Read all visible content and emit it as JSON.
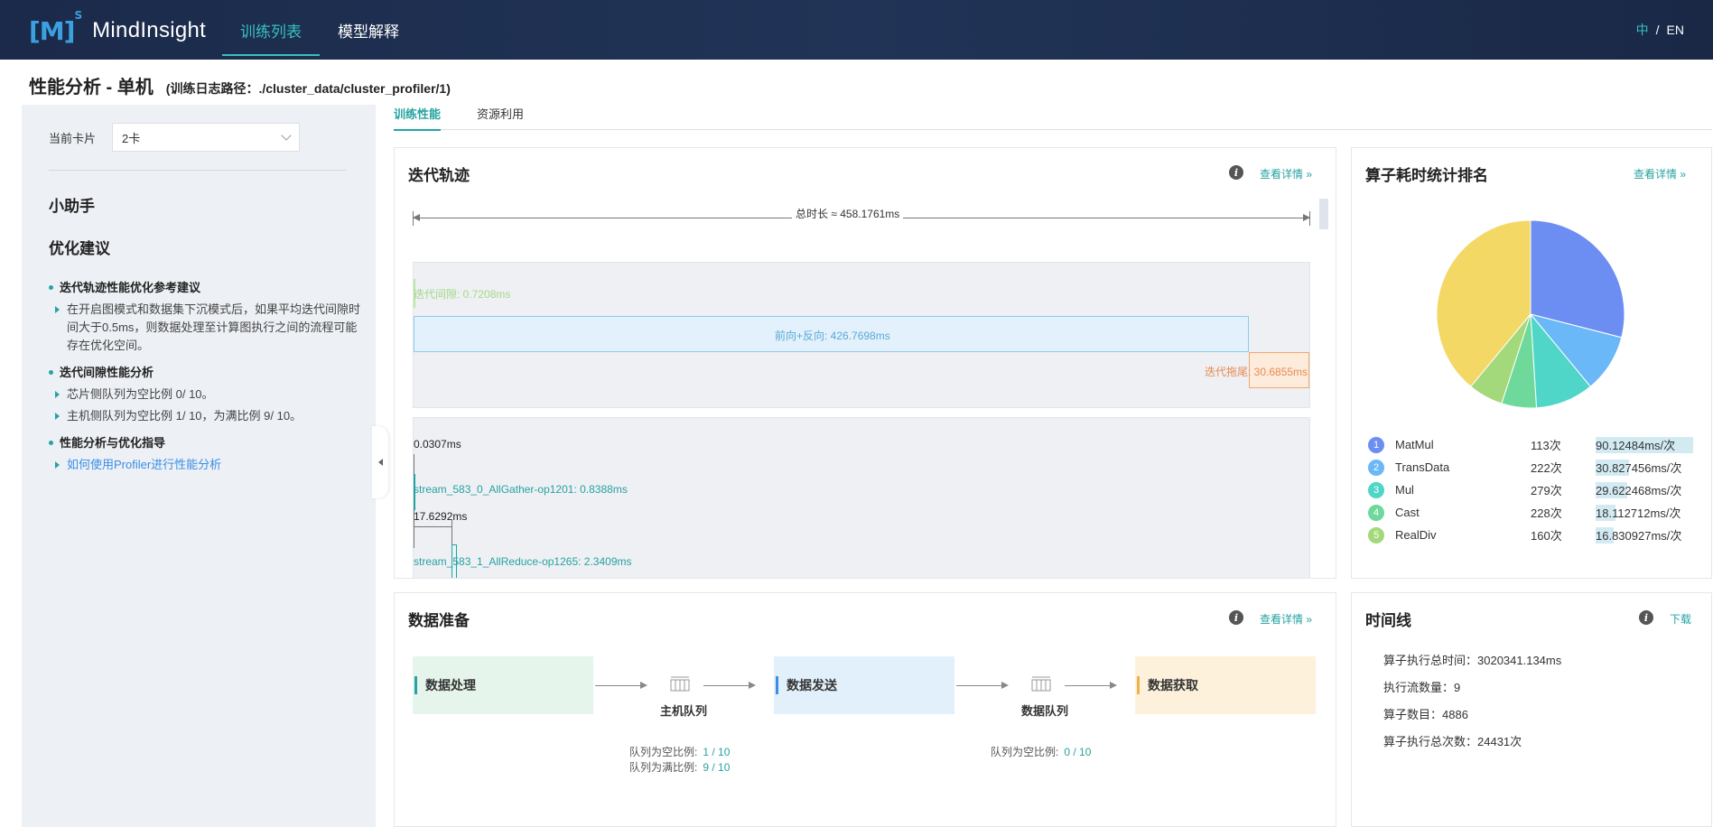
{
  "app": {
    "logo_mark": "[M]",
    "logo_sup": "S",
    "name": "MindInsight",
    "nav": [
      "训练列表",
      "模型解释"
    ],
    "lang_zh": "中",
    "lang_sep": "/",
    "lang_en": "EN"
  },
  "page": {
    "title": "性能分析 - 单机",
    "subtitle": "(训练日志路径：./cluster_data/cluster_profiler/1)"
  },
  "assistant": {
    "card_label": "当前卡片",
    "card_value": "2卡",
    "helper_title": "小助手",
    "advice_title": "优化建议",
    "sections": [
      {
        "title": "迭代轨迹性能优化参考建议",
        "items": [
          "在开启图模式和数据集下沉模式后，如果平均迭代间隙时间大于0.5ms，则数据处理至计算图执行之间的流程可能存在优化空间。"
        ]
      },
      {
        "title": "迭代间隙性能分析",
        "items": [
          "芯片侧队列为空比例 0/ 10。",
          "主机侧队列为空比例 1/ 10，为满比例 9/ 10。"
        ]
      },
      {
        "title": "性能分析与优化指导",
        "link": "如何使用Profiler进行性能分析"
      }
    ]
  },
  "tabs": [
    "训练性能",
    "资源利用"
  ],
  "trace": {
    "title": "迭代轨迹",
    "detail": "查看详情 »",
    "total": "总时长 ≈ 458.1761ms",
    "gap": "迭代间隙: 0.7208ms",
    "fp_bp": "前向+反向: 426.7698ms",
    "tail": "迭代拖尾: 30.6855ms",
    "small1": "0.0307ms",
    "stream1": "stream_583_0_AllGather-op1201: 0.8388ms",
    "small2": "17.6292ms",
    "stream2": "stream_583_1_AllReduce-op1265: 2.3409ms"
  },
  "ranking": {
    "title": "算子耗时统计排名",
    "detail": "查看详情 »",
    "items": [
      {
        "rank": "1",
        "name": "MatMul",
        "count": "113次",
        "value": "90.12484ms/次",
        "num": 90.12484,
        "color": "#6c8ef2"
      },
      {
        "rank": "2",
        "name": "TransData",
        "count": "222次",
        "value": "30.827456ms/次",
        "num": 30.827456,
        "color": "#6ab8f7"
      },
      {
        "rank": "3",
        "name": "Mul",
        "count": "279次",
        "value": "29.622468ms/次",
        "num": 29.622468,
        "color": "#4fd6c8"
      },
      {
        "rank": "4",
        "name": "Cast",
        "count": "228次",
        "value": "18.112712ms/次",
        "num": 18.112712,
        "color": "#6fd89b"
      },
      {
        "rank": "5",
        "name": "RealDiv",
        "count": "160次",
        "value": "16.830927ms/次",
        "num": 16.830927,
        "color": "#a4d97b"
      }
    ],
    "other_color": "#f3d865"
  },
  "chart_data": {
    "type": "pie",
    "categories": [
      "MatMul",
      "TransData",
      "Mul",
      "Cast",
      "RealDiv",
      "Other"
    ],
    "values": [
      29,
      10,
      10,
      6,
      6,
      39
    ]
  },
  "data_prep": {
    "title": "数据准备",
    "detail": "查看详情 »",
    "stage1": "数据处理",
    "stage2": "数据发送",
    "stage3": "数据获取",
    "queue1": "主机队列",
    "queue2": "数据队列",
    "q1_empty_label": "队列为空比例:",
    "q1_empty": "1 / 10",
    "q1_full_label": "队列为满比例:",
    "q1_full": "9 / 10",
    "q2_empty_label": "队列为空比例:",
    "q2_empty": "0 / 10"
  },
  "timeline": {
    "title": "时间线",
    "download": "下载",
    "rows": [
      "算子执行总时间：3020341.134ms",
      "执行流数量：9",
      "算子数目：4886",
      "算子执行总次数：24431次"
    ]
  }
}
